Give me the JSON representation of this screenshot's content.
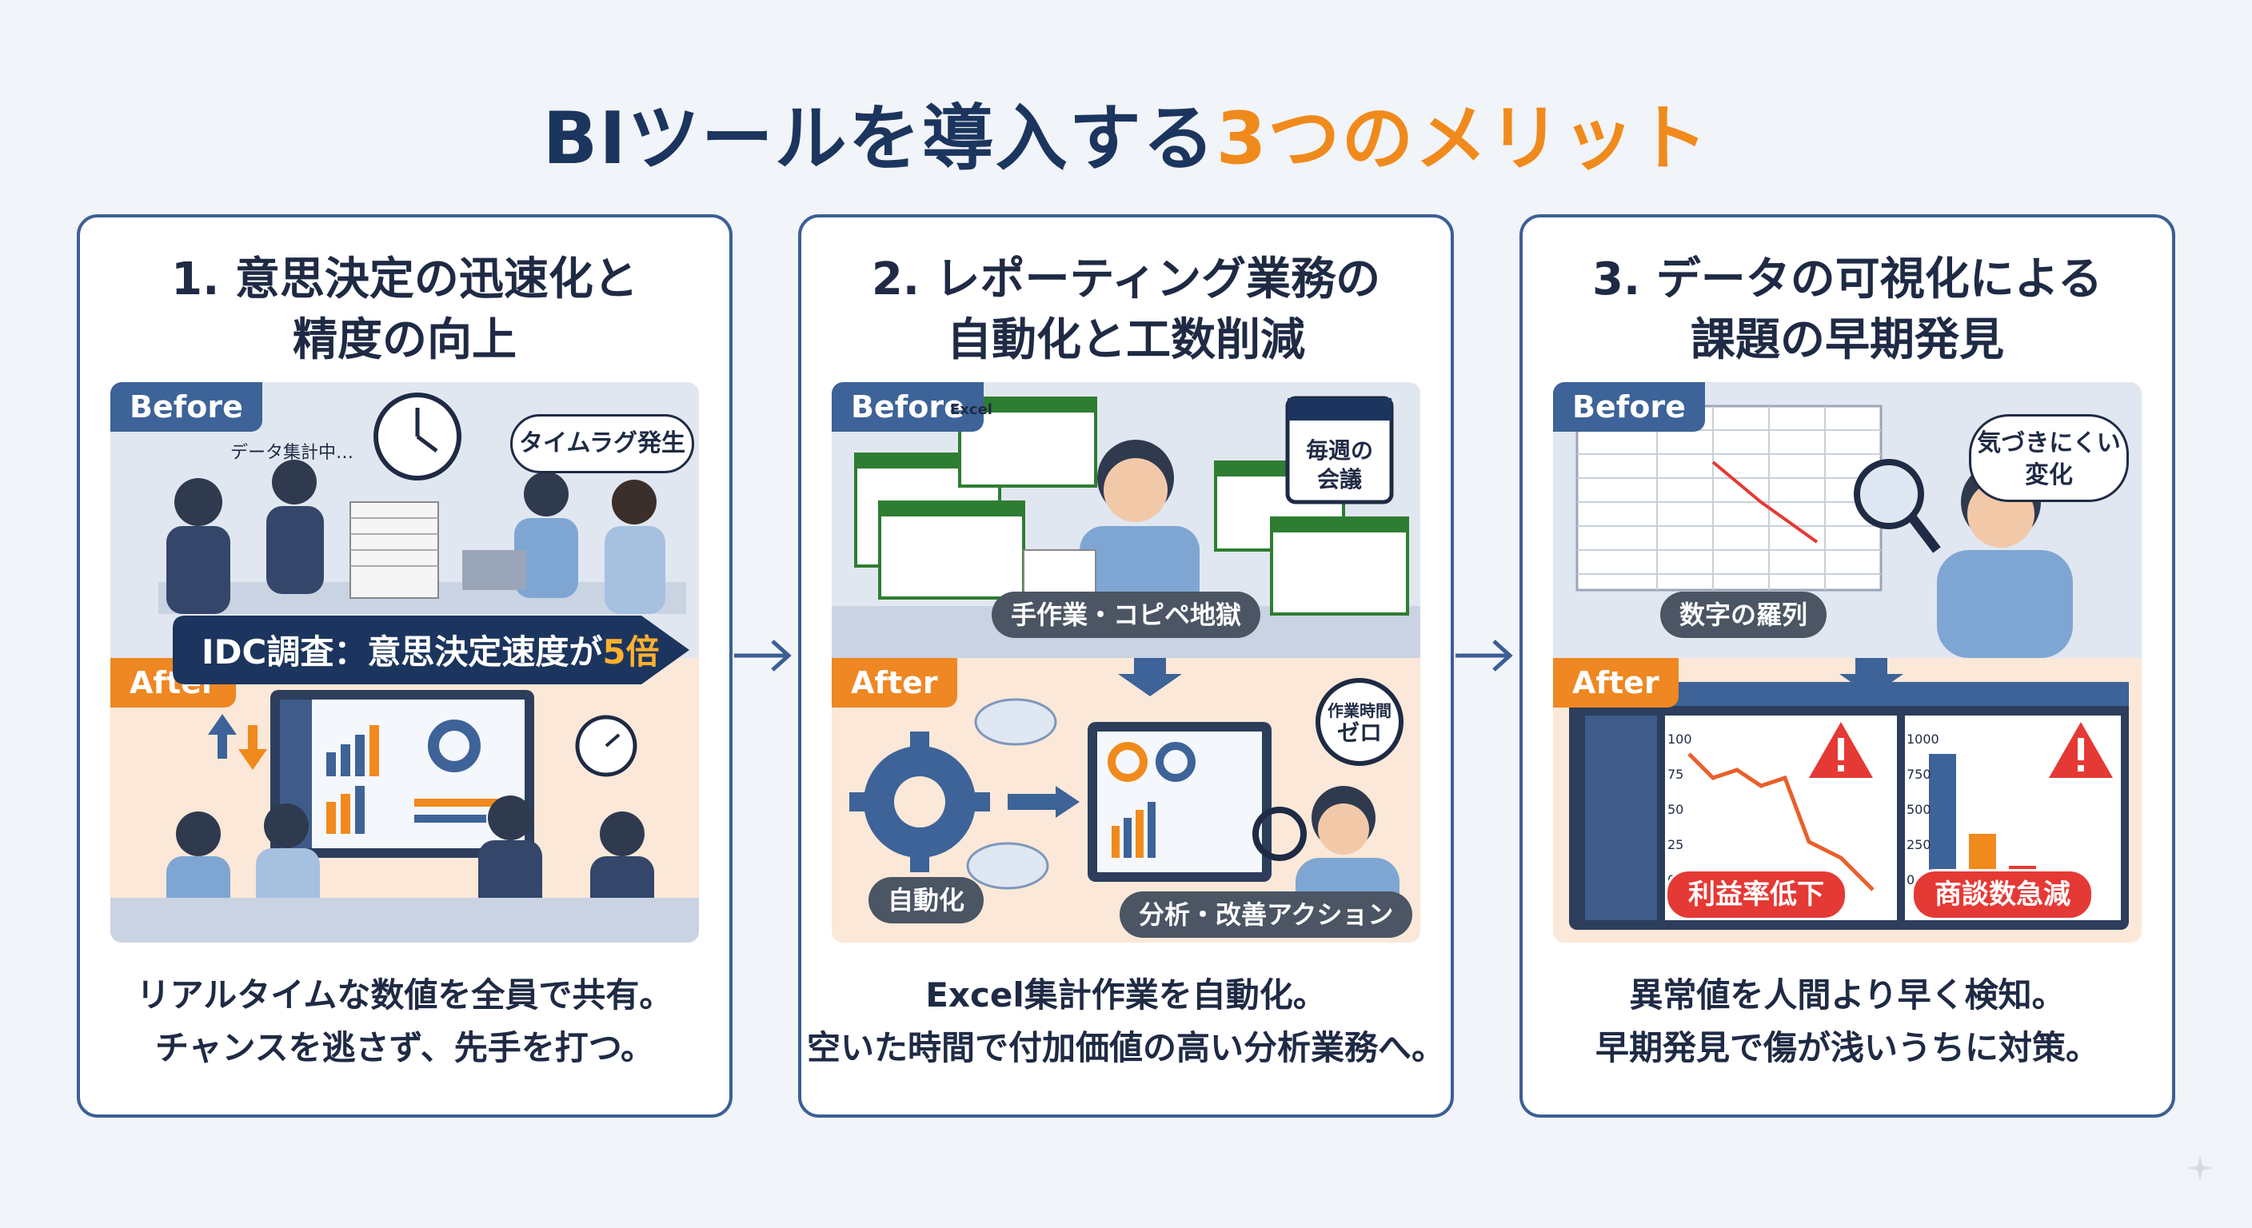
{
  "title": {
    "part1": "BIツールを導入する",
    "part2": "3つのメリット"
  },
  "labels": {
    "before": "Before",
    "after": "After"
  },
  "cards": [
    {
      "heading_line1": "1. 意思決定の迅速化と",
      "heading_line2": "精度の向上",
      "before_note": "データ集計中…",
      "before_bubble": "タイムラグ発生",
      "banner_prefix": "IDC調査：意思決定速度が",
      "banner_highlight": "5倍",
      "desc_line1": "リアルタイムな数値を全員で共有。",
      "desc_line2": "チャンスを逃さず、先手を打つ。"
    },
    {
      "heading_line1": "2. レポーティング業務の",
      "heading_line2": "自動化と工数削減",
      "excel_label": "Excel",
      "calendar_label_line1": "毎週の",
      "calendar_label_line2": "会議",
      "before_pill": "手作業・コピペ地獄",
      "timer_label_line1": "作業時間",
      "timer_label_line2": "ゼロ",
      "automation_pill": "自動化",
      "action_pill": "分析・改善アクション",
      "desc_line1": "Excel集計作業を自動化。",
      "desc_line2": "空いた時間で付加価値の高い分析業務へ。"
    },
    {
      "heading_line1": "3. データの可視化による",
      "heading_line2": "課題の早期発見",
      "before_bubble_line1": "気づきにくい",
      "before_bubble_line2": "変化",
      "before_pill": "数字の羅列",
      "line_axis_ticks": [
        "100",
        "75",
        "50",
        "25",
        "0"
      ],
      "bar_axis_ticks": [
        "1000",
        "750",
        "500",
        "250",
        "0"
      ],
      "alert1": "利益率低下",
      "alert2": "商談数急減",
      "desc_line1": "異常値を人間より早く検知。",
      "desc_line2": "早期発見で傷が浅いうちに対策。"
    }
  ],
  "colors": {
    "navy": "#1c355e",
    "orange": "#f08a1c",
    "blue_panel": "#e1e7f0",
    "orange_panel": "#fbe8d8",
    "alert_red": "#e53935"
  }
}
